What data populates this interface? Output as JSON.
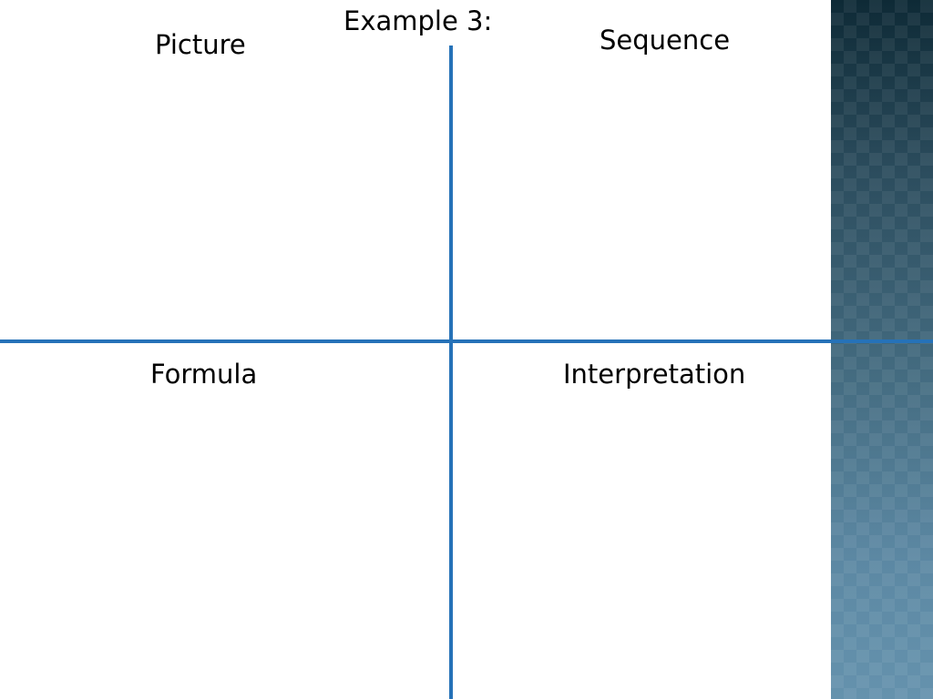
{
  "slide": {
    "title": "Example 3:",
    "quadrants": {
      "top_left": "Picture",
      "top_right": "Sequence",
      "bottom_left": "Formula",
      "bottom_right": "Interpretation"
    }
  },
  "colors": {
    "divider_line": "#2672b8",
    "side_panel_top": "#0e2a36",
    "side_panel_bottom": "#6592ad",
    "background": "#ffffff",
    "text": "#000000"
  }
}
